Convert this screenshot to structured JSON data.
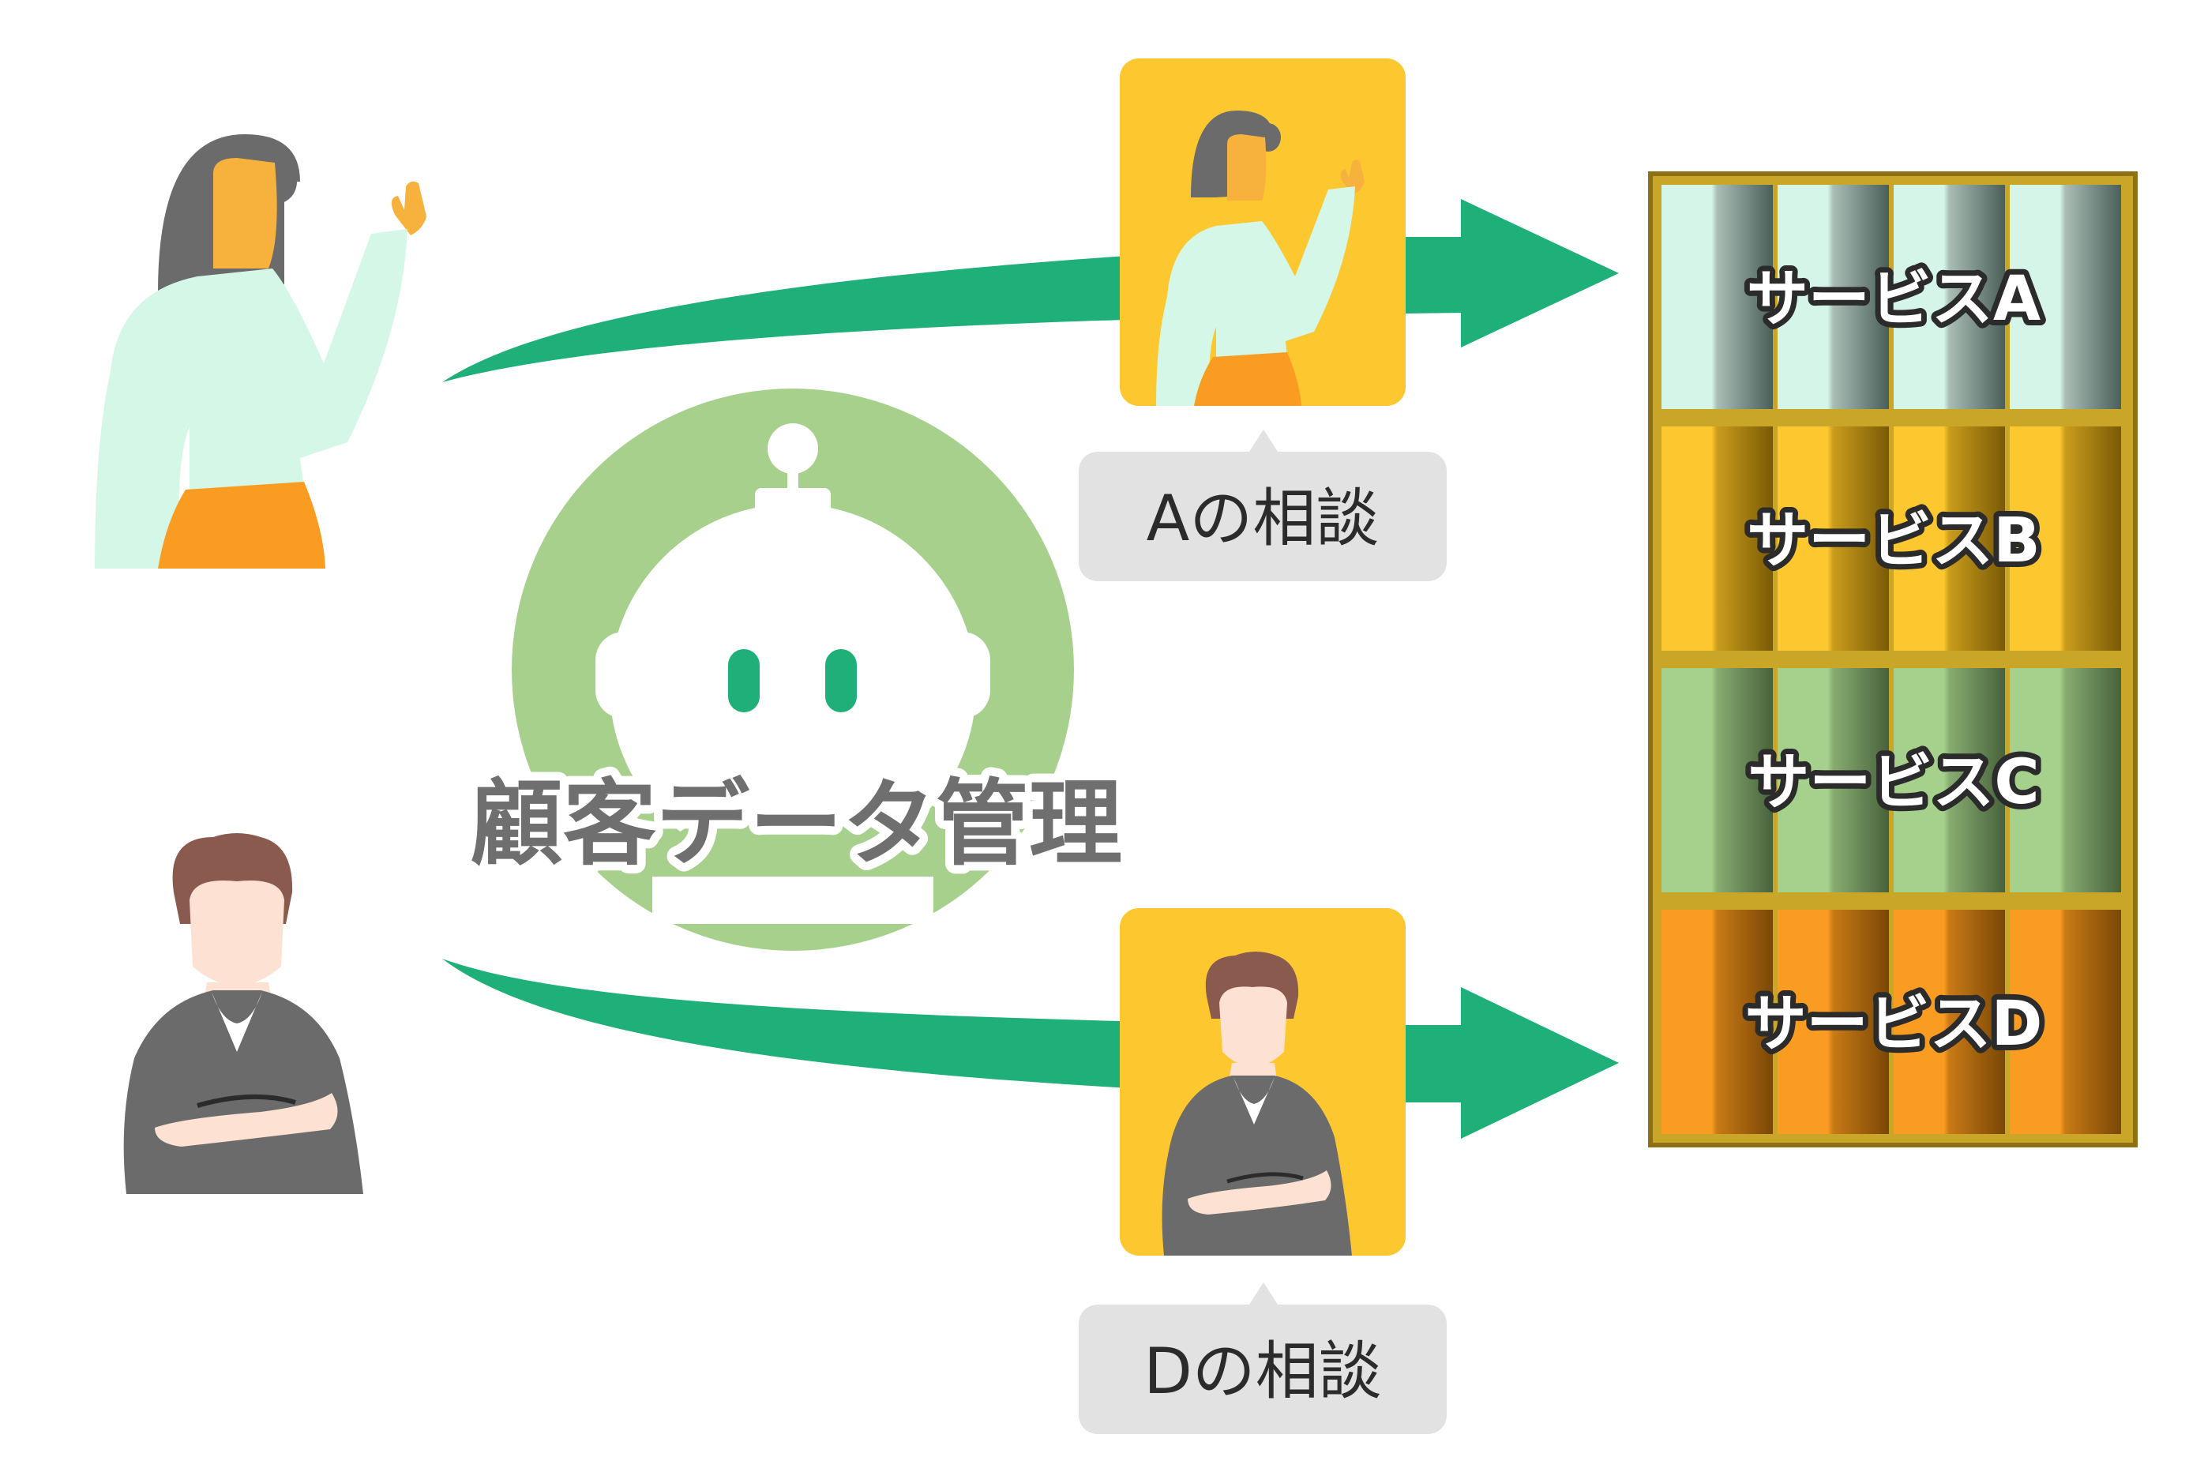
{
  "center": {
    "title": "顧客データ管理",
    "robot_icon": "robot-icon"
  },
  "flows": [
    {
      "id": "a",
      "caption": "Aの相談",
      "person": "woman-icon"
    },
    {
      "id": "d",
      "caption": "Dの相談",
      "person": "man-icon"
    }
  ],
  "shelf": {
    "services": [
      {
        "label": "サービスA",
        "color": "#d5f5e8",
        "dark": "#4a5f58"
      },
      {
        "label": "サービスB",
        "color": "#fdc72f",
        "dark": "#7a5a06"
      },
      {
        "label": "サービスC",
        "color": "#a6d18c",
        "dark": "#48623b"
      },
      {
        "label": "サービスD",
        "color": "#fb9c22",
        "dark": "#7a4706"
      }
    ],
    "frame_color": "#c9a627"
  },
  "colors": {
    "arrow": "#1eb078",
    "robot": "#a7d08c",
    "card": "#fdc72f",
    "caption_bg": "#e2e2e2"
  }
}
